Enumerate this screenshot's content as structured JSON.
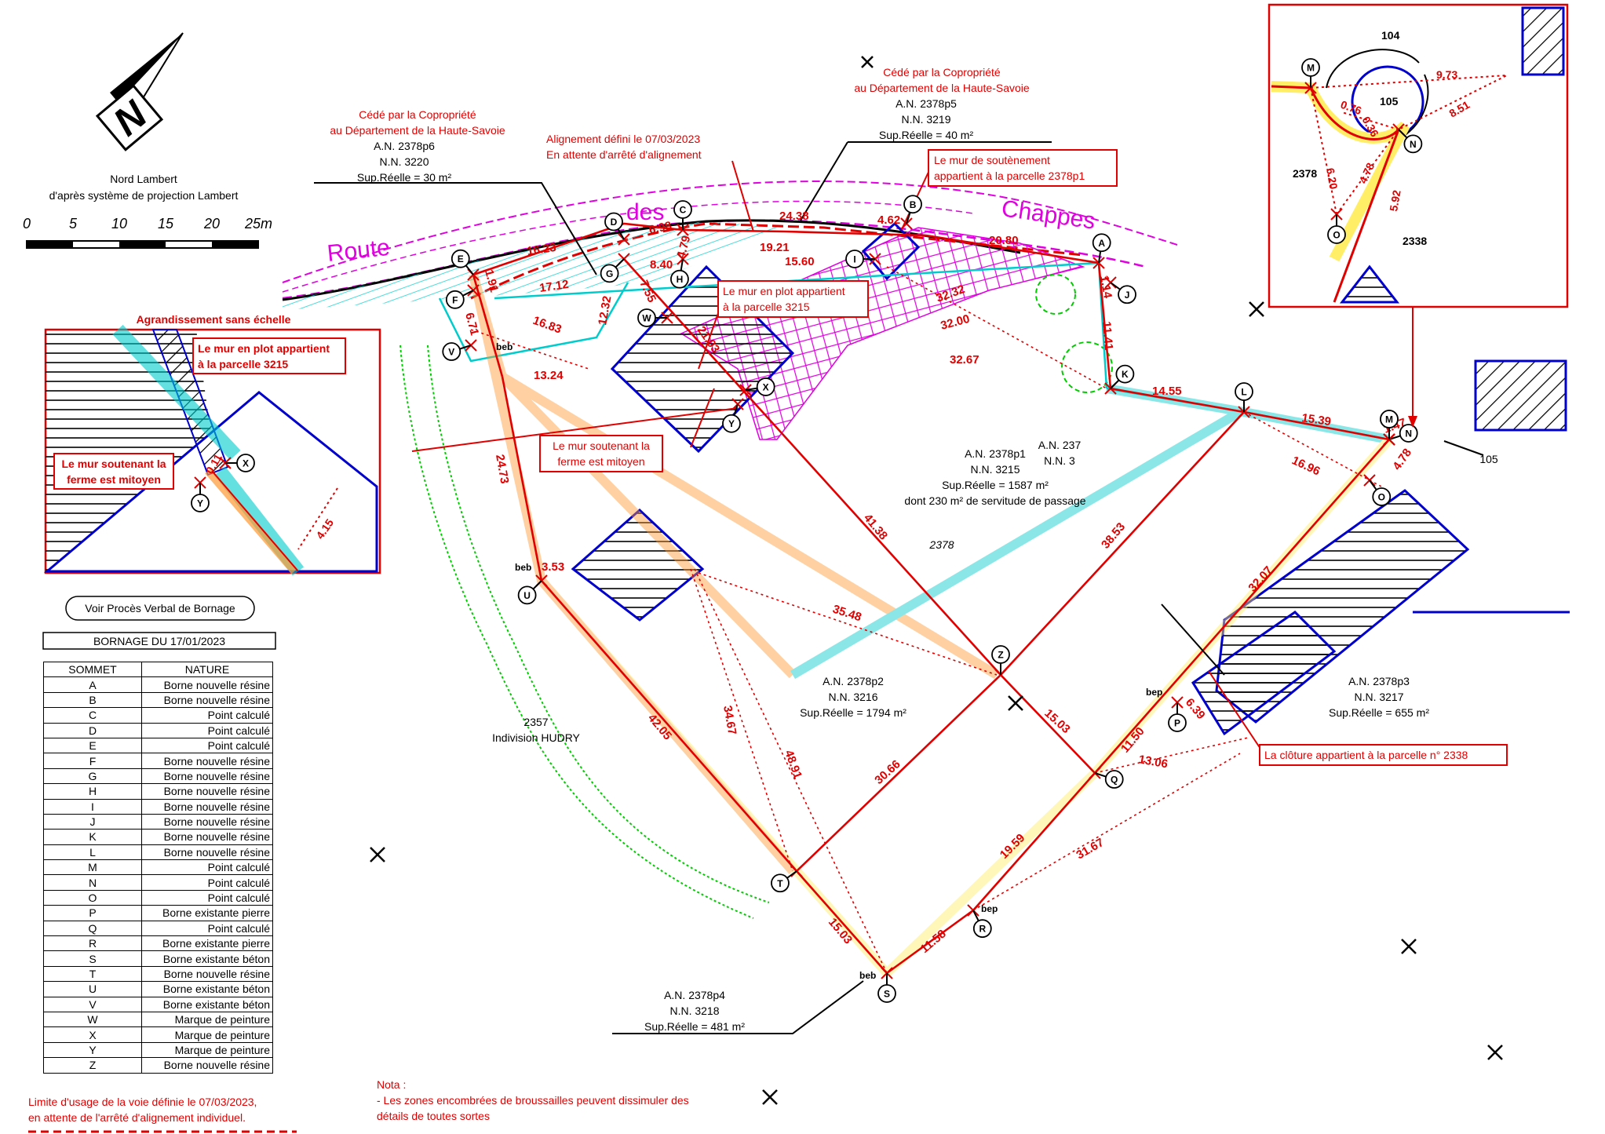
{
  "north": {
    "title": "Nord Lambert",
    "subtitle": "d'après système de projection Lambert",
    "scale_ticks": [
      "0",
      "5",
      "10",
      "15",
      "20",
      "25m"
    ]
  },
  "road": {
    "w1": "Route",
    "w2": "des",
    "w3": "Chappes"
  },
  "parcels": {
    "p6": {
      "l1": "Cédé par la Copropriété",
      "l2": "au Département de la Haute-Savoie",
      "an": "A.N. 2378p6",
      "nn": "N.N. 3220",
      "sup": "Sup.Réelle = 30 m²"
    },
    "p5": {
      "l1": "Cédé par la Copropriété",
      "l2": "au Département de la Haute-Savoie",
      "an": "A.N. 2378p5",
      "nn": "N.N. 3219",
      "sup": "Sup.Réelle = 40 m²"
    },
    "p1": {
      "an": "A.N. 2378p1",
      "an_partial": "A.N. 237",
      "nn": "N.N. 3215",
      "nn_partial": "N.N. 3",
      "sup": "Sup.Réelle = 1587 m²",
      "serv": "dont 230 m² de servitude de passage"
    },
    "p2": {
      "an": "A.N. 2378p2",
      "nn": "N.N. 3216",
      "sup": "Sup.Réelle = 1794 m²"
    },
    "p3": {
      "an": "A.N. 2378p3",
      "nn": "N.N. 3217",
      "sup": "Sup.Réelle = 655 m²"
    },
    "p4": {
      "an": "A.N. 2378p4",
      "nn": "N.N. 3218",
      "sup": "Sup.Réelle = 481 m²"
    },
    "hudry": {
      "num": "2357",
      "name": "Indivision HUDRY"
    },
    "num2378": "2378",
    "n105": "105"
  },
  "notes": {
    "alignement_l1": "Alignement défini le 07/03/2023",
    "alignement_l2": "En attente d'arrêté d'alignement",
    "mur_sout_l1": "Le mur de soutènement",
    "mur_sout_l2": "appartient à la parcelle 2378p1",
    "mur_plot_l1": "Le mur en plot appartient",
    "mur_plot_l2": "à la parcelle 3215",
    "mur_ferme_l1": "Le mur soutenant la",
    "mur_ferme_l2": "ferme est mitoyen",
    "cloture": "La clôture appartient à la parcelle n° 2338",
    "nota_title": "Nota :",
    "nota_l1": "- Les zones encombrées de broussailles peuvent dissimuler des",
    "nota_l2": "détails de toutes sortes",
    "limite_l1": "Limite d'usage de la voie définie le 07/03/2023,",
    "limite_l2": "en attente de l'arrêté d'alignement individuel."
  },
  "inset_left": {
    "title": "Agrandissement sans échelle",
    "plot_l1": "Le mur en plot appartient",
    "plot_l2": "à la parcelle 3215",
    "ferme_l1": "Le mur soutenant la",
    "ferme_l2": "ferme est mitoyen",
    "dim1": "0.11",
    "dim2": "4.15"
  },
  "inset_right": {
    "n104": "104",
    "n105": "105",
    "n2378": "2378",
    "n2338": "2338",
    "d1": "9.73",
    "d2": "0.76",
    "d3": "0.36",
    "d4": "8.51",
    "d5": "6.20",
    "d6": "4.78",
    "d7": "5.92"
  },
  "pv_button": "Voir Procès Verbal de Bornage",
  "bornage_title": "BORNAGE DU 17/01/2023",
  "table": {
    "headers": [
      "SOMMET",
      "NATURE"
    ],
    "rows": [
      [
        "A",
        "Borne nouvelle résine"
      ],
      [
        "B",
        "Borne nouvelle résine"
      ],
      [
        "C",
        "Point calculé"
      ],
      [
        "D",
        "Point calculé"
      ],
      [
        "E",
        "Point calculé"
      ],
      [
        "F",
        "Borne nouvelle résine"
      ],
      [
        "G",
        "Borne nouvelle résine"
      ],
      [
        "H",
        "Borne nouvelle résine"
      ],
      [
        "I",
        "Borne nouvelle résine"
      ],
      [
        "J",
        "Borne nouvelle résine"
      ],
      [
        "K",
        "Borne nouvelle résine"
      ],
      [
        "L",
        "Borne nouvelle résine"
      ],
      [
        "M",
        "Point calculé"
      ],
      [
        "N",
        "Point calculé"
      ],
      [
        "O",
        "Point calculé"
      ],
      [
        "P",
        "Borne existante pierre"
      ],
      [
        "Q",
        "Point calculé"
      ],
      [
        "R",
        "Borne existante pierre"
      ],
      [
        "S",
        "Borne existante béton"
      ],
      [
        "T",
        "Borne nouvelle résine"
      ],
      [
        "U",
        "Borne existante béton"
      ],
      [
        "V",
        "Borne existante béton"
      ],
      [
        "W",
        "Marque de peinture"
      ],
      [
        "X",
        "Marque de peinture"
      ],
      [
        "Y",
        "Marque de peinture"
      ],
      [
        "Z",
        "Borne nouvelle résine"
      ]
    ]
  },
  "dims": {
    "d191": "1.91",
    "d1623": "16.23",
    "d698": "6.98",
    "d2438": "24.38",
    "d462": "4.62",
    "d2080": "20.80",
    "d114": "1.14",
    "d671": "6.71",
    "d1712": "17.12",
    "d1683": "16.83",
    "d1232": "12.32",
    "d755": "7.55",
    "d840": "8.40",
    "d479": "4.79",
    "d1921": "19.21",
    "d1560": "15.60",
    "d3232": "32.32",
    "d3200": "32.00",
    "d1141": "11.41",
    "d1324": "13.24",
    "d3267": "32.67",
    "d1455": "14.55",
    "d1539": "15.39",
    "d147": "1.47",
    "d1696": "16.96",
    "d478": "4.78",
    "d2473": "24.73",
    "d2103": "21.03",
    "d4138": "41.38",
    "d3853": "38.53",
    "d3207": "32.07",
    "d353": "3.53",
    "d3548": "35.48",
    "d4205": "42.05",
    "d3467": "34.67",
    "d4891": "48.91",
    "d3066": "30.66",
    "d1503a": "15.03",
    "d639": "6.39",
    "d1150": "11.50",
    "d1306": "13.06",
    "d3167": "31.67",
    "d1959": "19.59",
    "d1158": "11.58",
    "d1503b": "15.03"
  },
  "points": {
    "A": "A",
    "B": "B",
    "C": "C",
    "D": "D",
    "E": "E",
    "F": "F",
    "G": "G",
    "H": "H",
    "I": "I",
    "J": "J",
    "K": "K",
    "L": "L",
    "M": "M",
    "N": "N",
    "O": "O",
    "P": "P",
    "Q": "Q",
    "R": "R",
    "S": "S",
    "T": "T",
    "U": "U",
    "V": "V",
    "W": "W",
    "X": "X",
    "Y": "Y",
    "Z": "Z",
    "beb": "beb",
    "bep": "bep"
  },
  "colors": {
    "boundary": "#e00000",
    "road_line": "#e000e0",
    "building": "#0000cc",
    "vegetation": "#00cc00",
    "mur": "#00cccc"
  }
}
